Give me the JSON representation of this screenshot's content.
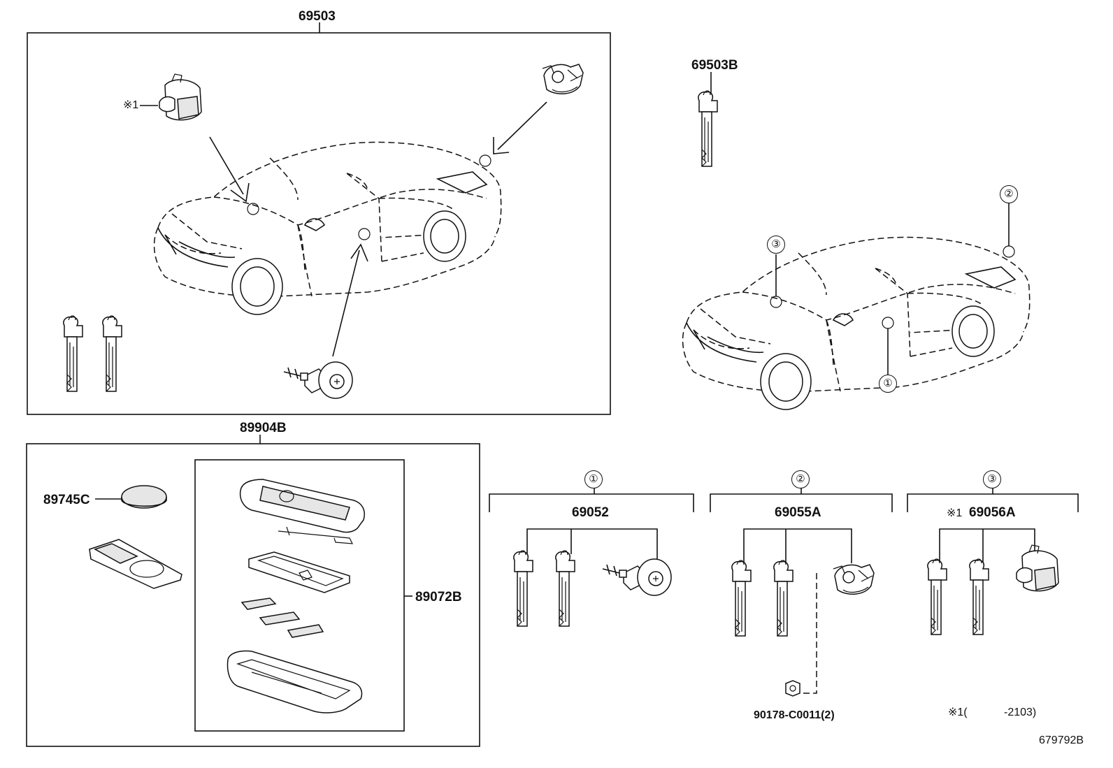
{
  "diagram": {
    "groups": {
      "key_cylinder_set": {
        "part_no": "69503",
        "note_mark": "※1"
      },
      "transmitter_assembly": {
        "part_no": "89904B"
      },
      "transmitter_housing": {
        "part_no": "89072B"
      },
      "battery": {
        "part_no": "89745C"
      },
      "key_blank": {
        "part_no": "69503B"
      }
    },
    "location_callouts": [
      "①",
      "②",
      "③"
    ],
    "sets": [
      {
        "marker": "①",
        "part_no": "69052"
      },
      {
        "marker": "②",
        "part_no": "69055A"
      },
      {
        "marker": "③",
        "part_no": "69056A",
        "note_mark": "※1"
      }
    ],
    "screw": {
      "part_no": "90178-C0011(2)"
    },
    "footnote": {
      "mark": "※1(",
      "range": "-2103)"
    },
    "figure_id": "679792B"
  }
}
